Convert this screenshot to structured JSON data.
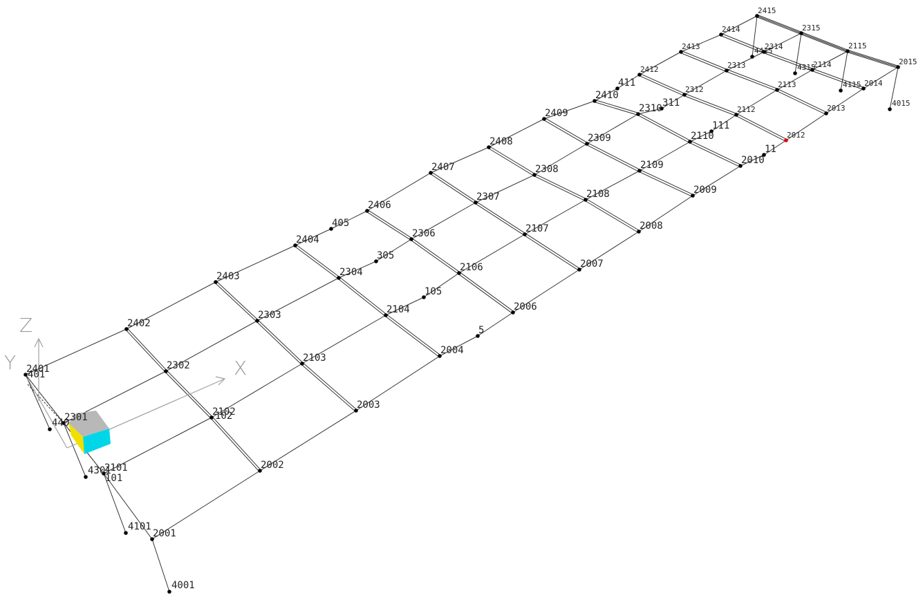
{
  "axes": {
    "x_label": "X",
    "y_label": "Y",
    "z_label": "Z"
  },
  "colors": {
    "line": "#333333",
    "node": "#000000",
    "selected_node": "#e00000",
    "axis": "#a0a0a0",
    "cube_top": "#b8b8b8",
    "cube_front": "#00d6e8",
    "cube_side": "#f0e000"
  },
  "node_labels": {
    "n2401": "2401",
    "n2402": "2402",
    "n2403": "2403",
    "n2404": "2404",
    "n405": "405",
    "n2406": "2406",
    "n2407": "2407",
    "n2408": "2408",
    "n2409": "2409",
    "n2410": "2410",
    "n411": "411",
    "n2412": "2412",
    "n2413": "2413",
    "n2414": "2414",
    "n2415": "2415",
    "n2301": "2301",
    "n2302": "2302",
    "n2303": "2303",
    "n2304": "2304",
    "n305": "305",
    "n2306": "2306",
    "n2307": "2307",
    "n2308": "2308",
    "n2309": "2309",
    "n2310": "2310",
    "n311": "311",
    "n2312": "2312",
    "n2313": "2313",
    "n2314": "2314",
    "n2315": "2315",
    "n2101": "2101",
    "n2102": "2102",
    "n2103": "2103",
    "n2104": "2104",
    "n105": "105",
    "n2106": "2106",
    "n2107": "2107",
    "n2108": "2108",
    "n2109": "2109",
    "n2110": "2110",
    "n111": "111",
    "n2112": "2112",
    "n2113": "2113",
    "n2114": "2114",
    "n2115": "2115",
    "n2001": "2001",
    "n2002": "2002",
    "n2003": "2003",
    "n2004": "2004",
    "n5": "5",
    "n2006": "2006",
    "n2007": "2007",
    "n2008": "2008",
    "n2009": "2009",
    "n2010": "2010",
    "n11": "11",
    "n2012": "2012",
    "n2013": "2013",
    "n2014": "2014",
    "n2015": "2015",
    "s4001": "4001",
    "s4101": "4101",
    "s4301": "4301",
    "s4401": "440",
    "s4015": "4015",
    "s4115": "4115",
    "s4315": "4315",
    "s4415": "4415",
    "o401": "401",
    "o102": "102",
    "o101": "101"
  }
}
